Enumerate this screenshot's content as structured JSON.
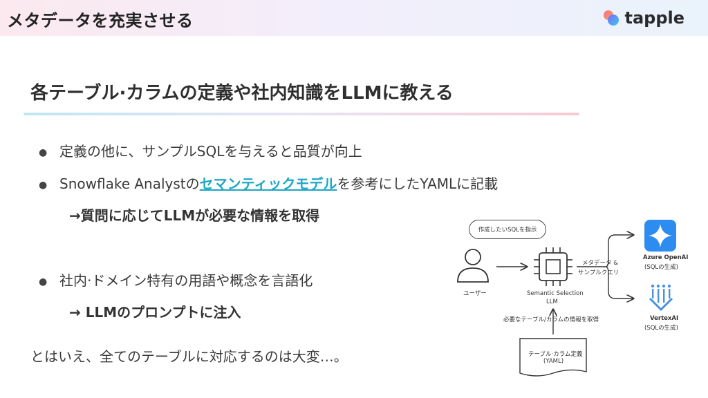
{
  "header": {
    "title": "メタデータを充実させる",
    "logo_text": "tapple"
  },
  "section": {
    "heading": "各テーブル·カラムの定義や社内知識をLLMに教える"
  },
  "bullets": {
    "b1": "定義の他に、サンプルSQLを与えると品質が向上",
    "b2_prefix": "Snowflake Analystの",
    "b2_link": "セマンティックモデル",
    "b2_suffix": "を参考にしたYAMLに記載",
    "b2_sub": "→質問に応じてLLMが必要な情報を取得",
    "b3": "社内·ドメイン特有の用語や概念を言語化",
    "b3_sub": "→ LLMのプロンプトに注入"
  },
  "footer_text": "とはいえ、全てのテーブルに対応するのは大変…。",
  "diagram": {
    "bubble": "作成したいSQLを指示",
    "user_label": "ユーザー",
    "center_label_1": "Semantic Selection",
    "center_label_2": "LLM",
    "arrow_label_1": "メタデータ &",
    "arrow_label_2": "サンプルクエリ",
    "fetch_label": "必要なテーブル/カラムの情報を取得",
    "doc_label_1": "テーブル·カラム定義",
    "doc_label_2": "(YAML)",
    "azure_label_1": "Azure OpenAI",
    "azure_label_2": "(SQLの生成)",
    "vertex_label_1": "VertexAI",
    "vertex_label_2": "(SQLの生成)"
  },
  "colors": {
    "link": "#1ba7c6",
    "azure_blue": "#2d8cf0",
    "vertex_blue": "#4a90e2"
  }
}
